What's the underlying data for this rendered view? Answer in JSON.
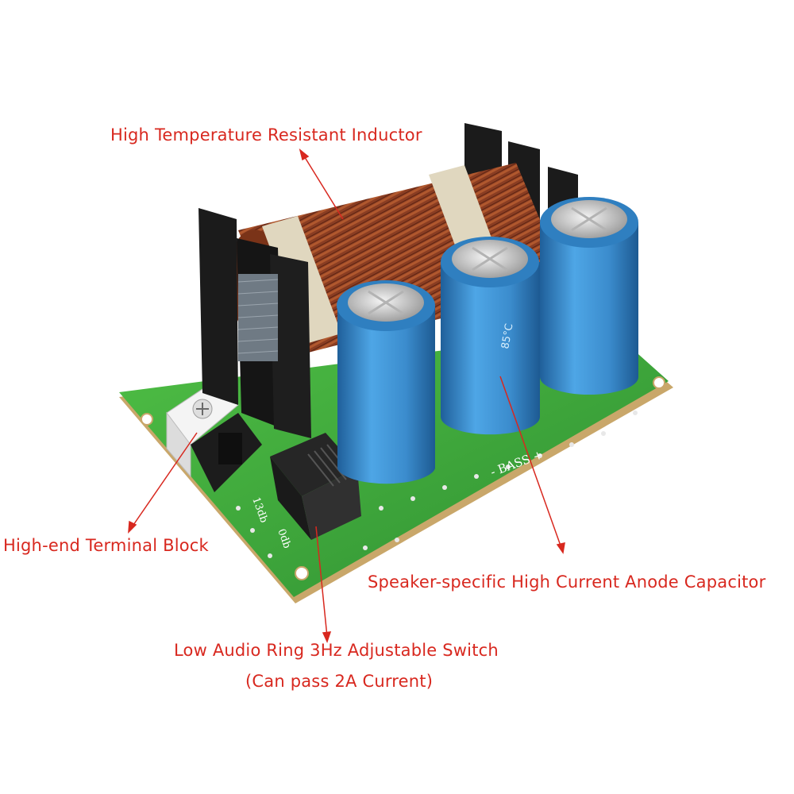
{
  "annotations": {
    "inductor": "High Temperature Resistant Inductor",
    "terminal_block": "High-end Terminal Block",
    "capacitor": "Speaker-specific High Current Anode Capacitor",
    "switch_line1": "Low Audio Ring 3Hz Adjustable Switch",
    "switch_line2": "(Can pass 2A Current)"
  },
  "board_markings": {
    "bass": "- BASS +",
    "db_13": "13db",
    "db_0": "0db",
    "cap_text": "85°C"
  },
  "colors": {
    "callout_red": "#d8281f",
    "pcb_green": "#3aa63c",
    "copper": "#8a3d22",
    "capacitor_blue": "#3d8ed0",
    "bobbin_black": "#1b1b1b"
  }
}
